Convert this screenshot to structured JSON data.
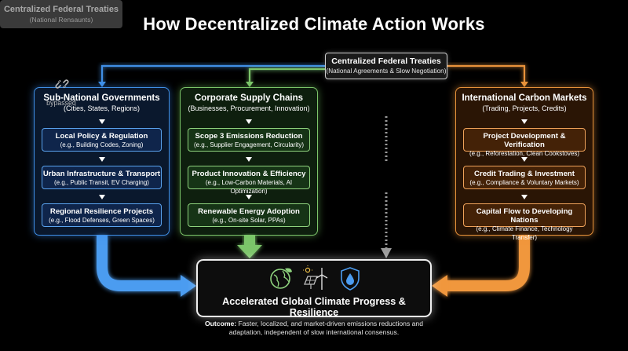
{
  "title": "How Decentralized Climate Action Works",
  "treaty": {
    "title": "Centralized Federal Treaties",
    "subtitle": "(National Agreements & Slow Negotiation)"
  },
  "columns": [
    {
      "title": "Sub-National Governments",
      "subtitle": "(Cities, States, Regions)",
      "color": "#3f8fe6",
      "steps": [
        {
          "title": "Local Policy & Regulation",
          "subtitle": "(e.g., Building Codes, Zoning)"
        },
        {
          "title": "Urban Infrastructure & Transport",
          "subtitle": "(e.g., Public Transit, EV Charging)"
        },
        {
          "title": "Regional Resilience Projects",
          "subtitle": "(e.g., Flood Defenses, Green Spaces)"
        }
      ]
    },
    {
      "title": "Corporate Supply Chains",
      "subtitle": "(Businesses, Procurement, Innovation)",
      "color": "#7cc56a",
      "steps": [
        {
          "title": "Scope 3 Emissions Reduction",
          "subtitle": "(e.g., Supplier Engagement, Circularity)"
        },
        {
          "title": "Product Innovation & Efficiency",
          "subtitle": "(e.g., Low-Carbon Materials, AI Optimization)"
        },
        {
          "title": "Renewable Energy Adoption",
          "subtitle": "(e.g., On-site Solar, PPAs)"
        }
      ]
    },
    {
      "title": "International Carbon Markets",
      "subtitle": "(Trading, Projects, Credits)",
      "color": "#e8923a",
      "steps": [
        {
          "title": "Project Development & Verification",
          "subtitle": "(e.g., Reforestation, Clean Cookstoves)"
        },
        {
          "title": "Credit Trading & Investment",
          "subtitle": "(e.g., Compliance & Voluntary Markets)"
        },
        {
          "title": "Capital Flow to Developing Nations",
          "subtitle": "(e.g., Climate Finance, Technology Transfer)"
        }
      ]
    }
  ],
  "bypassed_column": {
    "title": "Centralized Federal Treaties",
    "subtitle": "(National Rensaunts)",
    "label": "bypassed",
    "icon": "broken-link-icon"
  },
  "outcome": {
    "label": "Accelerated Global Climate Progress & Resilience",
    "icons": [
      "globe-leaf-icon",
      "solar-wind-icon",
      "shield-drop-icon"
    ],
    "note_prefix": "Outcome:",
    "note_text": "Faster, localized, and market-driven emissions reductions and adaptation, independent of slow international consensus."
  }
}
